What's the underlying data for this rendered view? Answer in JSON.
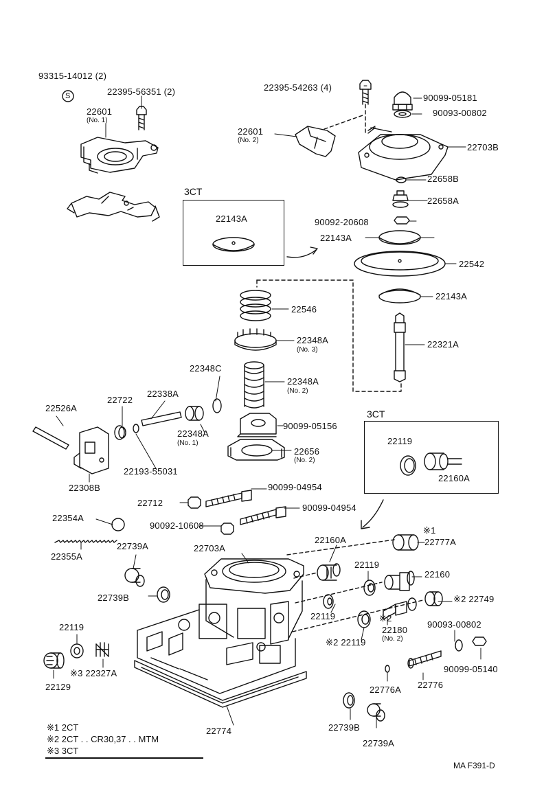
{
  "boxes": {
    "upper_title": "3CT",
    "lower_title": "3CT"
  },
  "labels": {
    "p9331514012": "93315-14012 (2)",
    "s_symbol": "S",
    "p2239556351": "22395-56351 (2)",
    "p22601a": "22601",
    "p22601a_sub": "(No. 1)",
    "p2239554263": "22395-54263 (4)",
    "p9009905181": "90099-05181",
    "p9009300802a": "90093-00802",
    "p22601b": "22601",
    "p22601b_sub": "(No. 2)",
    "p22703b": "22703B",
    "p22658b": "22658B",
    "p22658a": "22658A",
    "p9009220608": "90092-20608",
    "p22143a_box": "22143A",
    "p22143a_1": "22143A",
    "p22542": "22542",
    "p22143a_2": "22143A",
    "p22546": "22546",
    "p22348a_3": "22348A",
    "p22348a_3_sub": "(No. 3)",
    "p22321a": "22321A",
    "p22348c": "22348C",
    "p22348a_2": "22348A",
    "p22348a_2_sub": "(No. 2)",
    "p22526a": "22526A",
    "p22722": "22722",
    "p22338a": "22338A",
    "p22348a_1": "22348A",
    "p22348a_1_sub": "(No. 1)",
    "p9009905156": "90099-05156",
    "p22656": "22656",
    "p22656_sub": "(No. 2)",
    "p2219355031": "22193-55031",
    "p22308b": "22308B",
    "p22119_box": "22119",
    "p22160a_box": "22160A",
    "p22712": "22712",
    "p9009904954a": "90099-04954",
    "p9009210608": "90092-10608",
    "p9009904954b": "90099-04954",
    "p22354a": "22354A",
    "p22355a": "22355A",
    "p22739a_1": "22739A",
    "p22703a": "22703A",
    "p22160a": "22160A",
    "p22777a_mark": "※1",
    "p22777a": "22777A",
    "p22119_1": "22119",
    "p22160": "22160",
    "p22739b_1": "22739B",
    "p22749": "※2 22749",
    "p22119_2": "22119",
    "p22180_mark": "※2",
    "p22180": "22180",
    "p22180_sub": "(No. 2)",
    "p22119_3": "※2 22119",
    "p9009300802b": "90093-00802",
    "p22119_4": "22119",
    "p22327a": "※3 22327A",
    "p9009905140": "90099-05140",
    "p22129": "22129",
    "p22776a": "22776A",
    "p22776": "22776",
    "p22774": "22774",
    "p22739b_2": "22739B",
    "p22739a_2": "22739A"
  },
  "legend": {
    "l1": "※1 2CT",
    "l2": "※2 2CT . . CR30,37 . . MTM",
    "l3": "※3 3CT"
  },
  "footer": {
    "code": "MA F391-D"
  }
}
